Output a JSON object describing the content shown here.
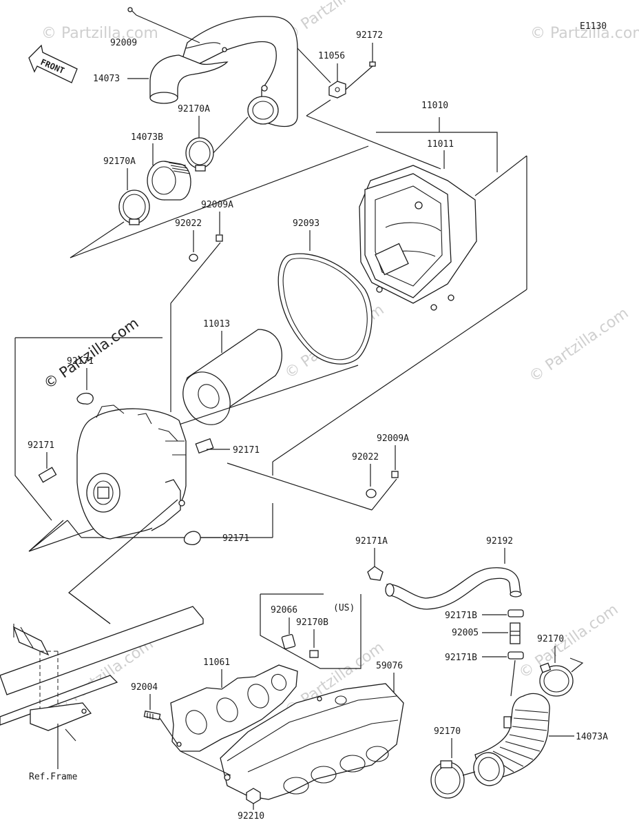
{
  "diagram_code": "E1130",
  "front_arrow_label": "FRONT",
  "watermark_text": "© Partzilla.com",
  "ref_frame_label": "Ref.Frame",
  "us_label": "(US)",
  "parts": {
    "p92009": "92009",
    "p14073": "14073",
    "p11056": "11056",
    "p92172": "92172",
    "p11010": "11010",
    "p11011": "11011",
    "p92170A_top": "92170A",
    "p14073B": "14073B",
    "p92170A_left": "92170A",
    "p92009A_top": "92009A",
    "p92022_top": "92022",
    "p92093": "92093",
    "p11013": "11013",
    "p92171_a": "92171",
    "p92171_b": "92171",
    "p92171_c": "92171",
    "p92171_d": "92171",
    "p92009A_mid": "92009A",
    "p92022_mid": "92022",
    "p92171A": "92171A",
    "p92192": "92192",
    "p92171B_top": "92171B",
    "p92005": "92005",
    "p92171B_bot": "92171B",
    "p92170_right": "92170",
    "p92066": "92066",
    "p92170B": "92170B",
    "p11061": "11061",
    "p59076": "59076",
    "p92004": "92004",
    "p14073A": "14073A",
    "p92170_bottom": "92170",
    "p92210": "92210"
  }
}
